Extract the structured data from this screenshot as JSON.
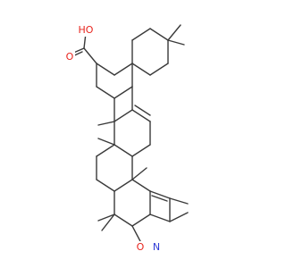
{
  "atom_labels": {
    "acid_oh": "HO",
    "acid_o": "O",
    "ring_o": "O",
    "ring_n": "N"
  },
  "colors": {
    "bond": "#3a3a3a",
    "carbon_label": "#3a3a3a",
    "oxygen": "#e8251e",
    "nitrogen": "#2f3bd6",
    "background": "#ffffff"
  }
}
